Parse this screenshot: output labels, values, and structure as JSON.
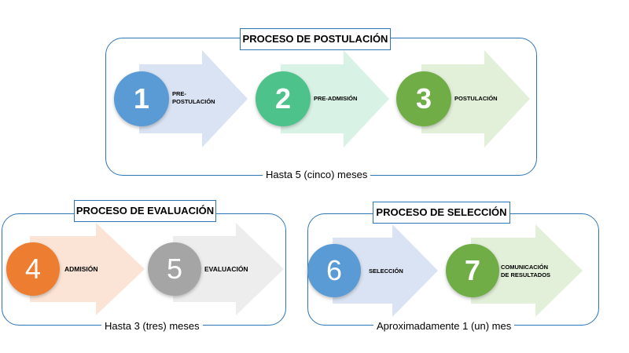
{
  "groups": {
    "postulacion": {
      "title": "PROCESO DE POSTULACIÓN",
      "duration": "Hasta 5 (cinco) meses"
    },
    "evaluacion": {
      "title": "PROCESO DE EVALUACIÓN",
      "duration": "Hasta 3 (tres) meses"
    },
    "seleccion": {
      "title": "PROCESO DE SELECCIÓN",
      "duration": "Aproximadamente 1 (un) mes"
    }
  },
  "steps": [
    {
      "number": "1",
      "label": "PRE-\nPOSTULACIÓN",
      "color": "#5b9bd5",
      "arrow_color": "#dae3f3"
    },
    {
      "number": "2",
      "label": "PRE-ADMISIÓN",
      "color": "#4dc28b",
      "arrow_color": "#d9f2e6"
    },
    {
      "number": "3",
      "label": "POSTULACIÓN",
      "color": "#70ad47",
      "arrow_color": "#e2efd9"
    },
    {
      "number": "4",
      "label": "ADMISIÓN",
      "color": "#ed7d31",
      "arrow_color": "#fbe4d5"
    },
    {
      "number": "5",
      "label": "EVALUACIÓN",
      "color": "#a5a5a5",
      "arrow_color": "#ededed"
    },
    {
      "number": "6",
      "label": "SELECCIÓN",
      "color": "#5b9bd5",
      "arrow_color": "#dae3f3"
    },
    {
      "number": "7",
      "label": "COMUNICACIÓN\nDE RESULTADOS",
      "color": "#70ad47",
      "arrow_color": "#e2efd9"
    }
  ],
  "colors": {
    "border": "#2e75b6"
  }
}
